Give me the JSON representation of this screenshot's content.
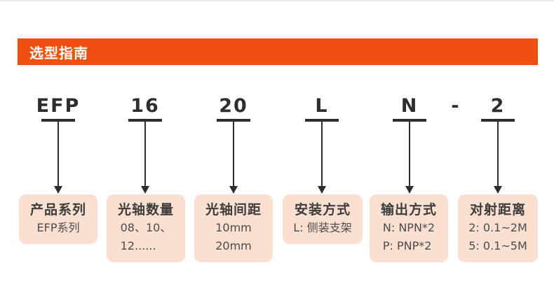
{
  "header": {
    "title": "选型指南"
  },
  "model_code": {
    "separator": "-",
    "segments": [
      {
        "code": "EFP",
        "box": {
          "title": "产品系列",
          "lines": [
            "EFP系列",
            "",
            ""
          ]
        }
      },
      {
        "code": "16",
        "box": {
          "title": "光轴数量",
          "lines": [
            "08、10、",
            "12......",
            ""
          ]
        }
      },
      {
        "code": "20",
        "box": {
          "title": "光轴间距",
          "lines": [
            "10mm",
            "20mm",
            ""
          ]
        }
      },
      {
        "code": "L",
        "box": {
          "title": "安装方式",
          "lines": [
            "L: 侧装支架",
            "",
            ""
          ]
        }
      },
      {
        "code": "N",
        "box": {
          "title": "输出方式",
          "lines": [
            "N: NPN*2",
            "P: PNP*2",
            ""
          ]
        }
      },
      {
        "code": "2",
        "box": {
          "title": "对射距离",
          "lines": [
            "2: 0.1~2M",
            "5: 0.1~5M",
            ""
          ]
        }
      }
    ]
  },
  "colors": {
    "accent": "#f0500f",
    "box-bg": "#fbdfd0",
    "ink": "#2e2e2e",
    "header-text": "#ffffff"
  }
}
